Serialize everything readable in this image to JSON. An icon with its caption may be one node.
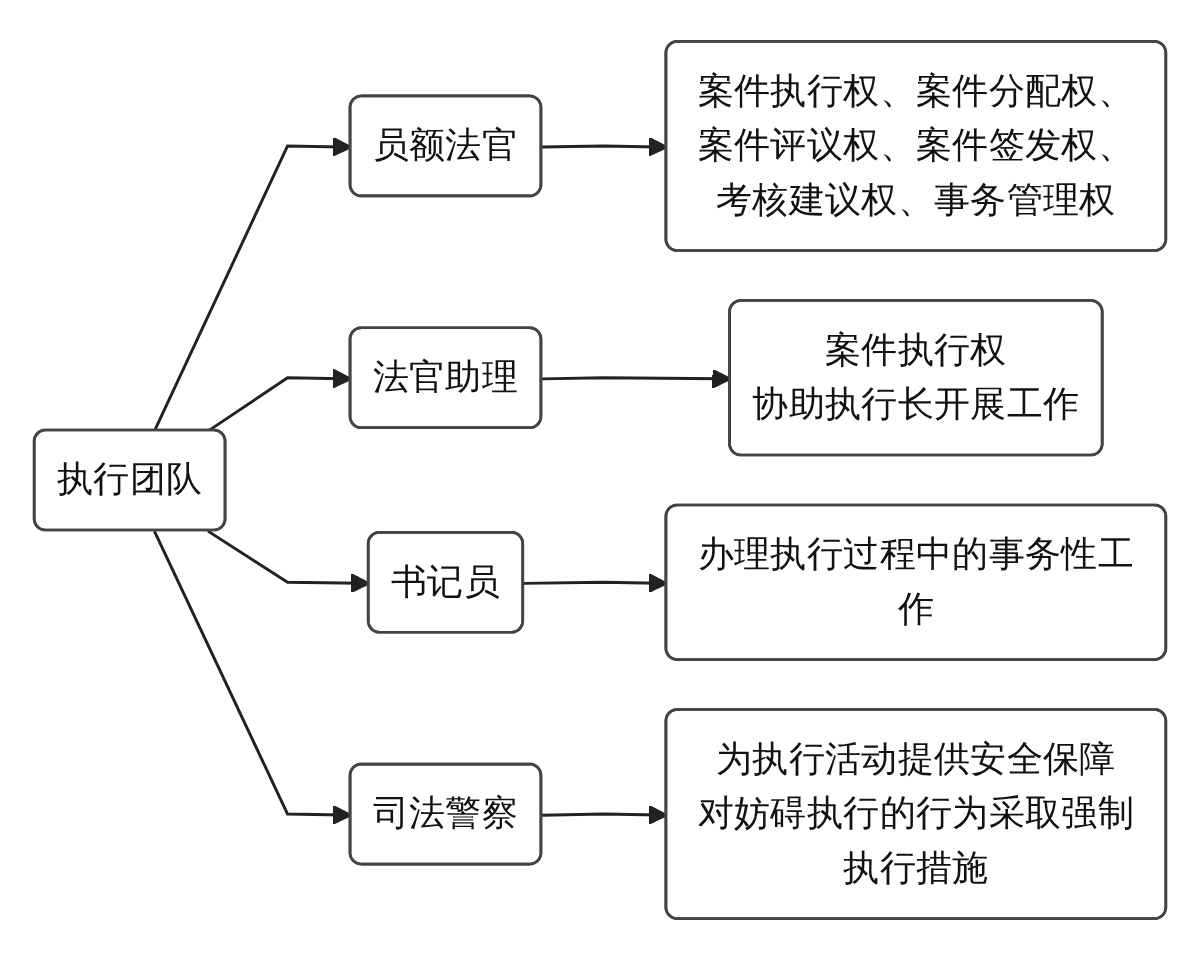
{
  "diagram": {
    "nodes": [
      {
        "text": [
          "执行团队"
        ]
      },
      {
        "text": [
          "员额法官"
        ]
      },
      {
        "text": [
          "法官助理"
        ]
      },
      {
        "text": [
          "书记员"
        ]
      },
      {
        "text": [
          "司法警察"
        ]
      },
      {
        "text": [
          "案件执行权、案件分配权、案件评议权、案件签发权、考核建议权、事务管理权"
        ]
      },
      {
        "text": [
          "案件执行权",
          "协助执行长开展工作"
        ]
      },
      {
        "text": [
          "办理执行过程中的事务性工作"
        ]
      },
      {
        "text": [
          "为执行活动提供安全保障",
          "对妨碍执行的行为采取强制执行措施"
        ]
      }
    ],
    "edges": [
      {
        "from": 0,
        "to": 1,
        "arrow": "to"
      },
      {
        "from": 0,
        "to": 2,
        "arrow": "to"
      },
      {
        "from": 0,
        "to": 3,
        "arrow": "to"
      },
      {
        "from": 0,
        "to": 4,
        "arrow": "to"
      },
      {
        "from": 1,
        "to": 5,
        "arrow": "to"
      },
      {
        "from": 2,
        "to": 6,
        "arrow": "to"
      },
      {
        "from": 3,
        "to": 7,
        "arrow": "to"
      },
      {
        "from": 4,
        "to": 8,
        "arrow": "to"
      }
    ]
  }
}
